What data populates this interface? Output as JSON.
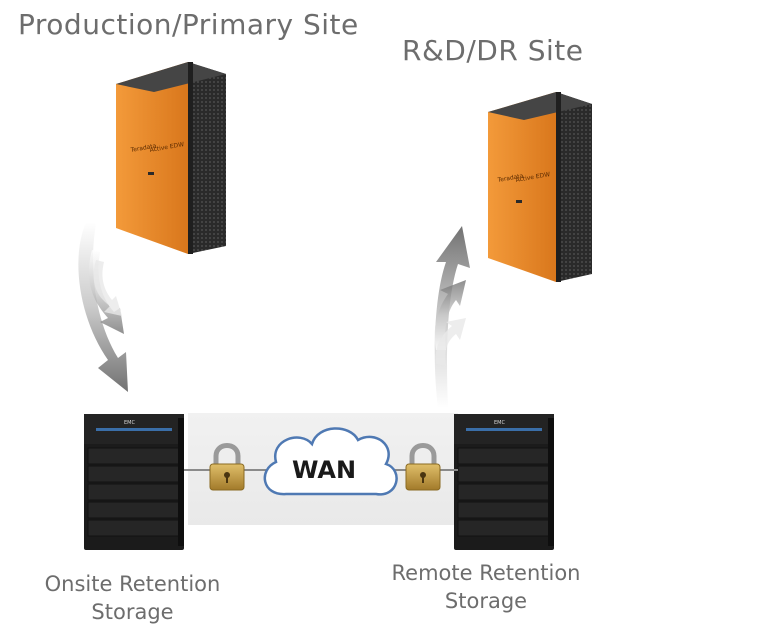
{
  "sites": {
    "primary_title": "Production/Primary Site",
    "dr_title": "R&D/DR Site"
  },
  "network": {
    "wan_label": "WAN"
  },
  "storage": {
    "onsite_line1": "Onsite Retention",
    "onsite_line2": "Storage",
    "remote_line1": "Remote Retention",
    "remote_line2": "Storage"
  },
  "server": {
    "brand": "Teradata",
    "model": "Active EDW"
  },
  "appliance": {
    "brand": "EMC"
  },
  "colors": {
    "server_orange": "#e98a2a",
    "server_dark": "#2e2e2e",
    "rack_black": "#1b1b1b",
    "lock_gold": "#c9a24a",
    "cloud_stroke": "#4f79b3",
    "text_gray": "#6d6d6d"
  },
  "icons": {
    "server": "server-cabinet-icon",
    "rack": "storage-rack-icon",
    "lock": "padlock-icon",
    "cloud": "cloud-icon",
    "arrow": "curved-arrow-icon"
  }
}
